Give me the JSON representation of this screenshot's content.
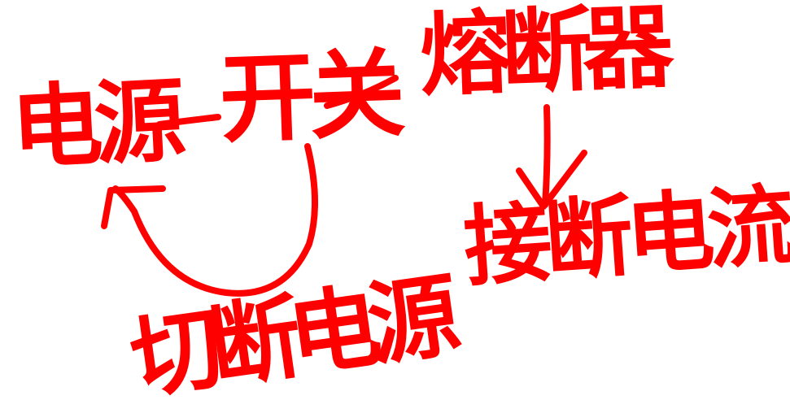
{
  "diagram": {
    "chain": [
      "电源",
      "开关",
      "熔断器"
    ],
    "chain_connector": "一",
    "loop_label": "切断电源",
    "fuse_result": "接断电流",
    "ink_color": "#ff0000",
    "background_color": "#ffffff"
  }
}
